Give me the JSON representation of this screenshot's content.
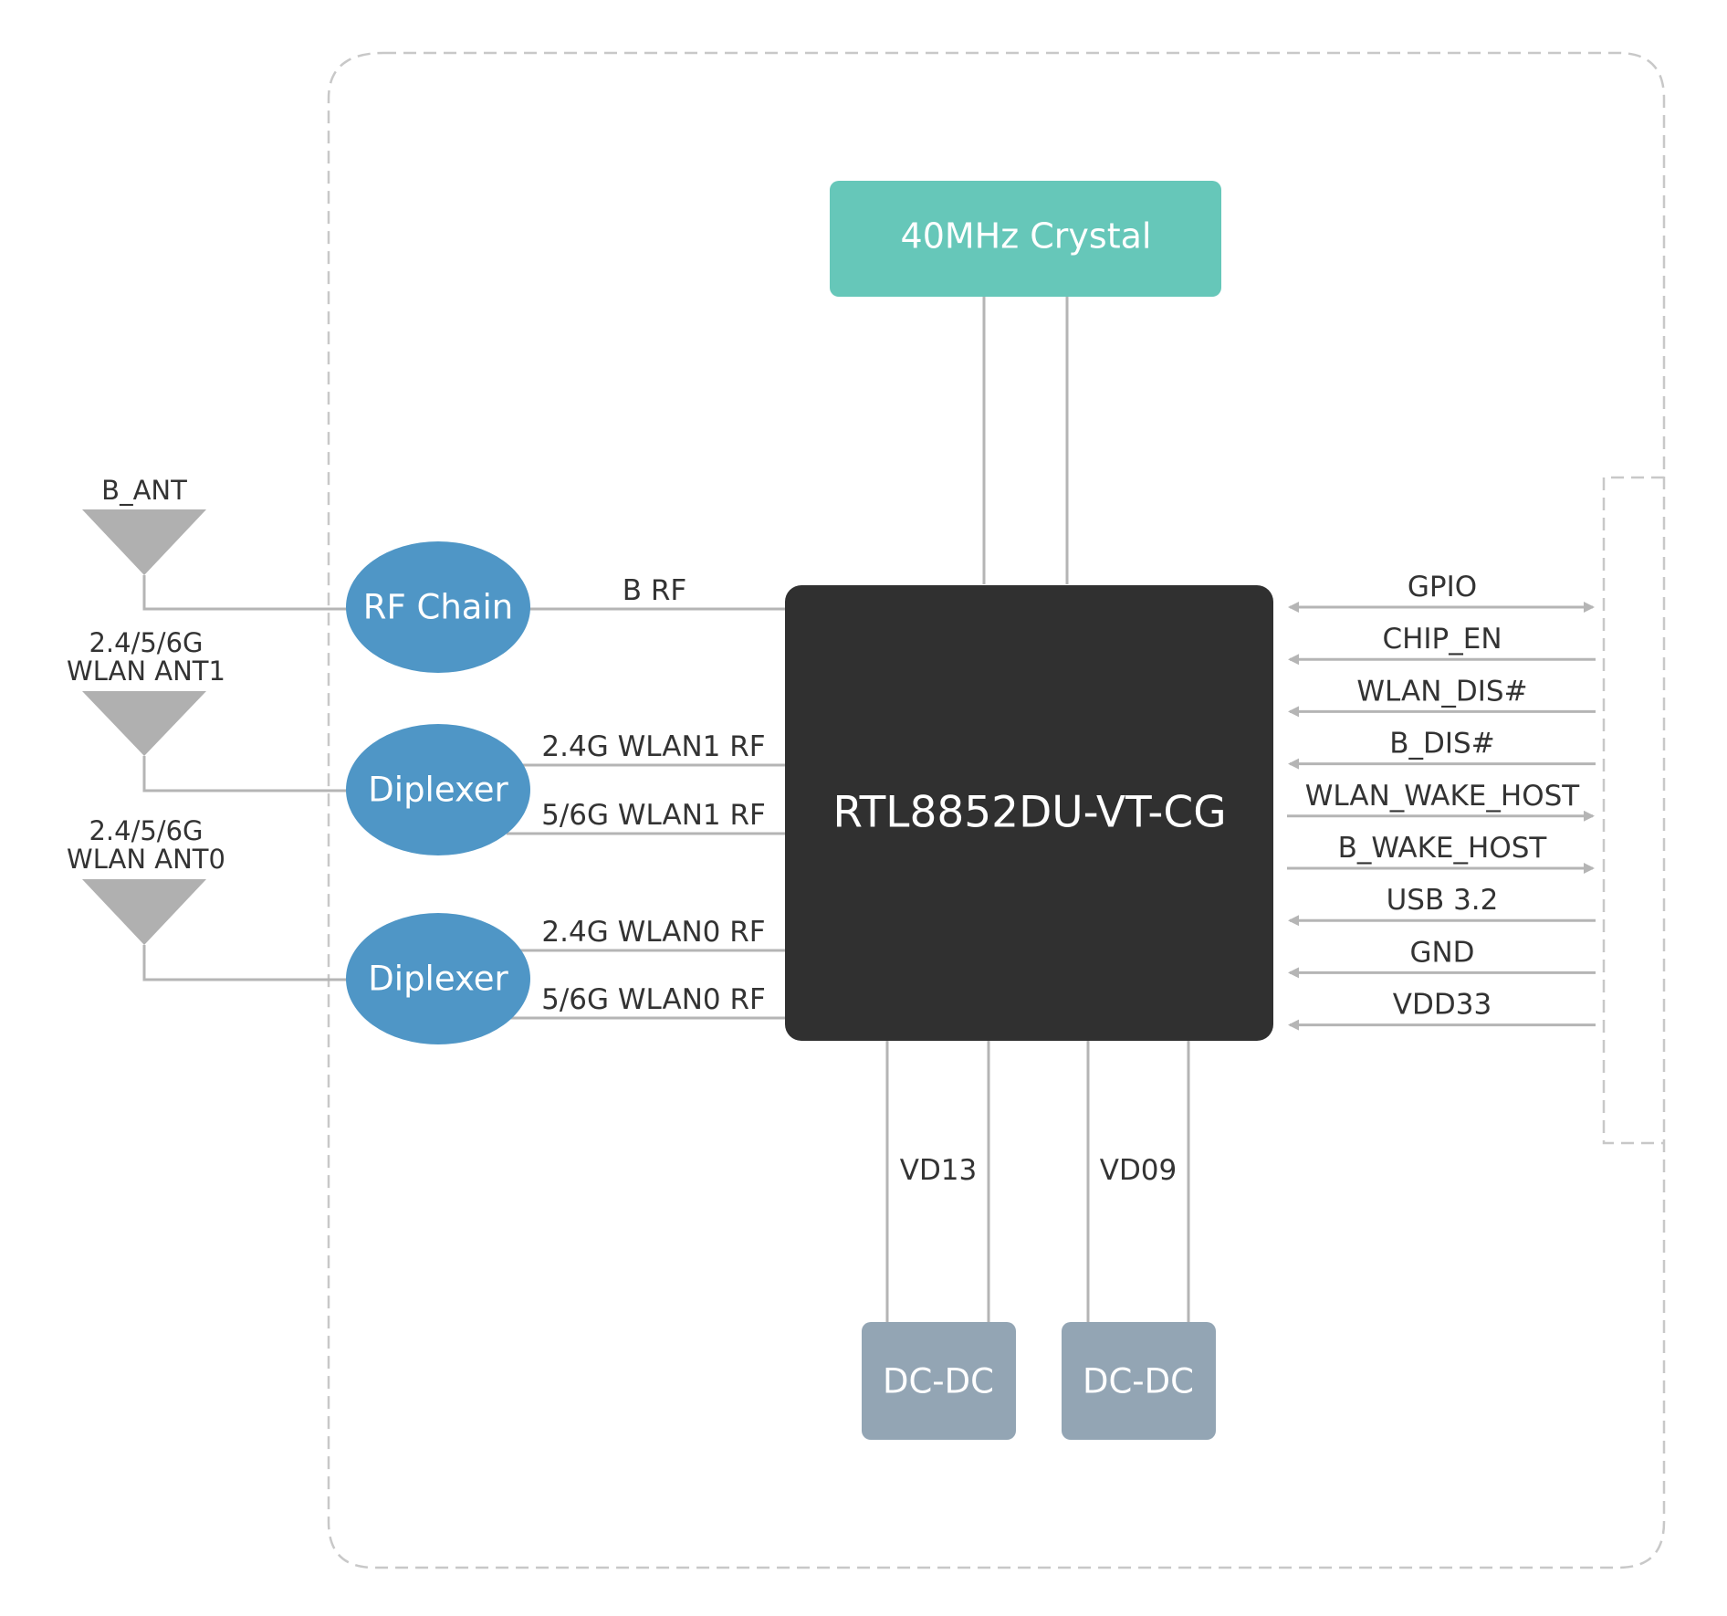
{
  "colors": {
    "chip": "#303030",
    "crystal": "#66c7b9",
    "ellipse": "#4f96c6",
    "dcdc": "#93a5b4",
    "wire": "#b5b5b5",
    "antenna": "#b0b0b0",
    "border": "#c8c8c8",
    "text": "#333333"
  },
  "chip": {
    "label": "RTL8852DU-VT-CG"
  },
  "crystal": {
    "label": "40MHz Crystal"
  },
  "rf_chain": {
    "label": "RF Chain"
  },
  "diplexers": [
    {
      "label": "Diplexer"
    },
    {
      "label": "Diplexer"
    }
  ],
  "antennas": [
    {
      "label_lines": [
        "B_ANT"
      ]
    },
    {
      "label_lines": [
        "2.4/5/6G",
        "WLAN ANT1"
      ]
    },
    {
      "label_lines": [
        "2.4/5/6G",
        "WLAN ANT0"
      ]
    }
  ],
  "rf_lines": {
    "b_rf": "B RF",
    "wlan1_24": "2.4G WLAN1 RF",
    "wlan1_56": "5/6G WLAN1 RF",
    "wlan0_24": "2.4G WLAN0 RF",
    "wlan0_56": "5/6G WLAN0 RF"
  },
  "signals": [
    {
      "label": "GPIO",
      "direction": "both"
    },
    {
      "label": "CHIP_EN",
      "direction": "in"
    },
    {
      "label": "WLAN_DIS#",
      "direction": "in"
    },
    {
      "label": "B_DIS#",
      "direction": "in"
    },
    {
      "label": "WLAN_WAKE_HOST",
      "direction": "out"
    },
    {
      "label": "B_WAKE_HOST",
      "direction": "out"
    },
    {
      "label": "USB 3.2",
      "direction": "in"
    },
    {
      "label": "GND",
      "direction": "in"
    },
    {
      "label": "VDD33",
      "direction": "in"
    }
  ],
  "power": {
    "vd13": "VD13",
    "vd09": "VD09",
    "dcdc_left": "DC-DC",
    "dcdc_right": "DC-DC"
  }
}
